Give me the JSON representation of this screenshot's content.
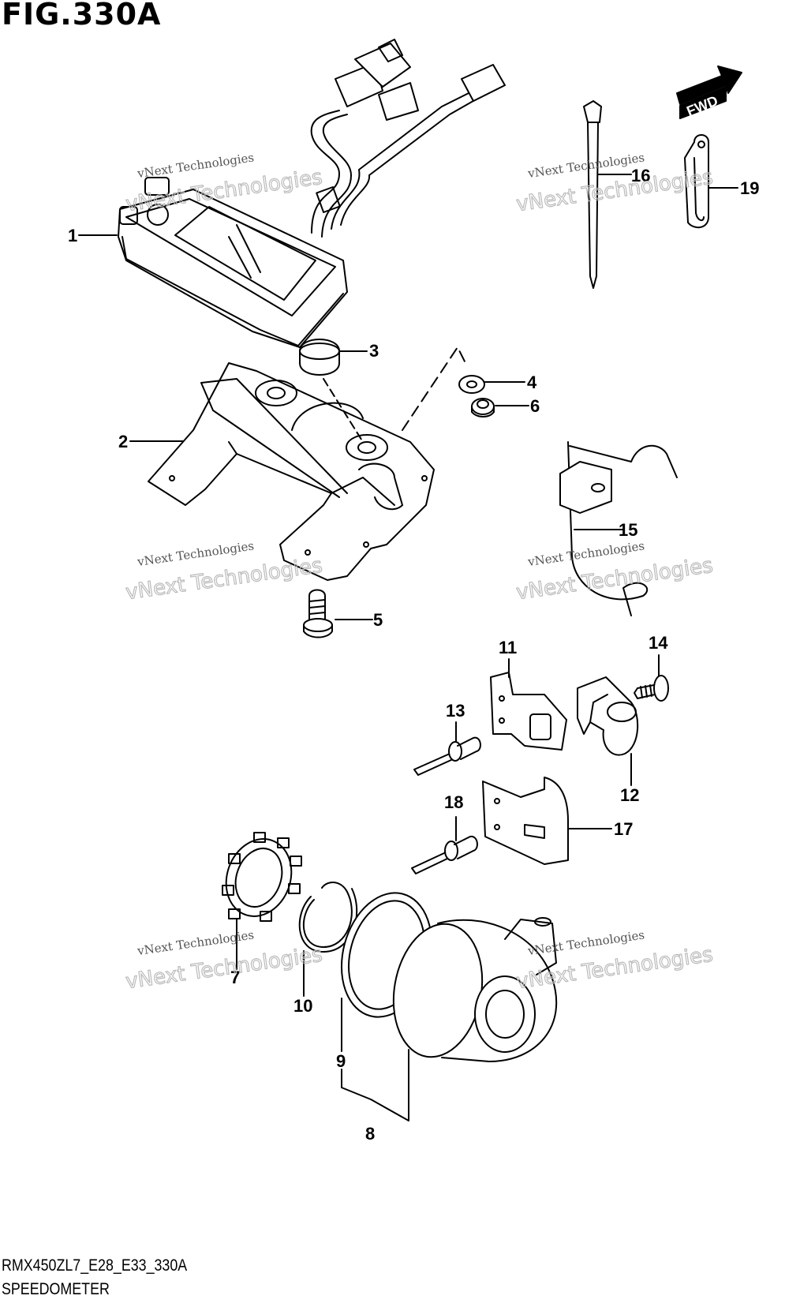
{
  "title": "FIG.330A",
  "footer": {
    "model_code": "RMX450ZL7_E28_E33_330A",
    "section_name": "SPEEDOMETER"
  },
  "fwd_badge": "FWD",
  "watermark": {
    "line1": "vNext Technologies",
    "line2": "vNext Technologies"
  },
  "callouts": [
    {
      "id": "1",
      "label": "1"
    },
    {
      "id": "2",
      "label": "2"
    },
    {
      "id": "3",
      "label": "3"
    },
    {
      "id": "4",
      "label": "4"
    },
    {
      "id": "5",
      "label": "5"
    },
    {
      "id": "6",
      "label": "6"
    },
    {
      "id": "7",
      "label": "7"
    },
    {
      "id": "8",
      "label": "8"
    },
    {
      "id": "9",
      "label": "9"
    },
    {
      "id": "10",
      "label": "10"
    },
    {
      "id": "11",
      "label": "11"
    },
    {
      "id": "12",
      "label": "12"
    },
    {
      "id": "13",
      "label": "13"
    },
    {
      "id": "14",
      "label": "14"
    },
    {
      "id": "15",
      "label": "15"
    },
    {
      "id": "16",
      "label": "16"
    },
    {
      "id": "17",
      "label": "17"
    },
    {
      "id": "18",
      "label": "18"
    },
    {
      "id": "19",
      "label": "19"
    }
  ]
}
